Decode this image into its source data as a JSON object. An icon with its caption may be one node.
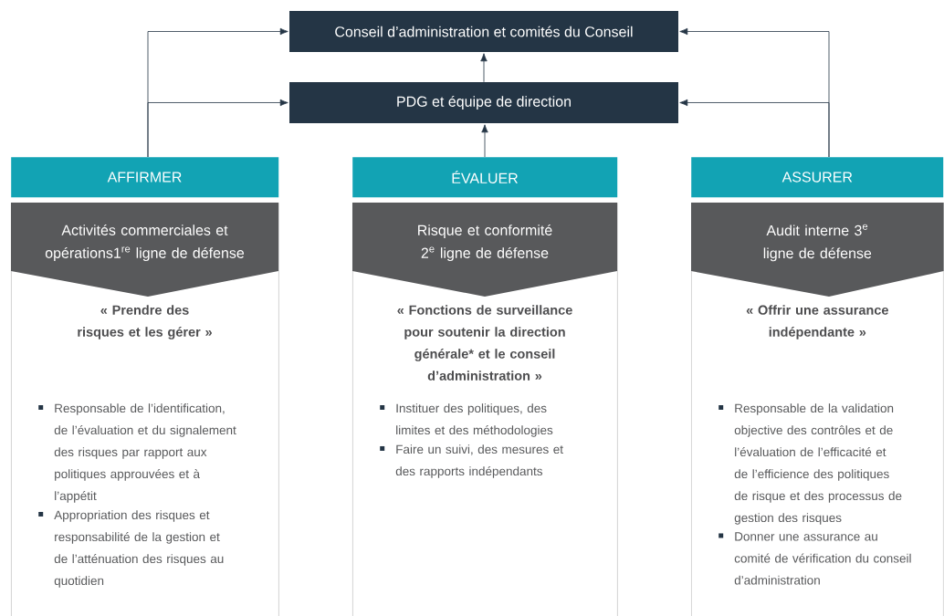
{
  "diagram": {
    "nodes": [
      {
        "text": [
          "Conseil d’administration et comités du Conseil"
        ]
      },
      {
        "text": [
          "PDG et équipe de direction"
        ]
      },
      {
        "text": [
          "AFFIRMER"
        ]
      },
      {
        "text": [
          "Activités commerciales et opérations1$^{re}$ ligne de défense"
        ],
        "in": 4
      },
      {
        "text": [
          "« Prendre des risques et les gérer »",
          "Responsable de l’identification, de l’évaluation et du signalement des risques par rapport aux politiques approuvées et à l’appétit",
          "Appropriation des risques et responsabilité de la gestion et de l’atténuation des risques au quotidien"
        ]
      },
      {
        "text": [
          "ÉVALUER"
        ]
      },
      {
        "text": [
          "Risque et conformité 2$^{e}$ ligne de défense"
        ],
        "in": 7
      },
      {
        "text": [
          "« Fonctions de surveillance pour soutenir la direction générale* et le conseil d’administration »",
          "Instituer des politiques, des limites et des méthodologies",
          "Faire un suivi, des mesures et des rapports indépendants"
        ]
      },
      {
        "text": [
          "ASSURER"
        ]
      },
      {
        "text": [
          "Audit interne 3$^{e}$ ligne de défense"
        ],
        "in": 10
      },
      {
        "text": [
          "« Offrir une assurance indépendante »",
          "Responsable de la validation objective des contrôles et de l’évaluation de l’efficacité et de l’efficience des politiques de risque et des processus de gestion des risques",
          "Donner une assurance au comité de vérification du conseil d’administration"
        ]
      }
    ],
    "edges": [
      {
        "from": 2,
        "to": 0,
        "arrow": "to"
      },
      {
        "from": 2,
        "to": 1,
        "arrow": "to"
      },
      {
        "from": 5,
        "to": 1,
        "arrow": "to"
      },
      {
        "from": 1,
        "to": 0,
        "arrow": "to"
      },
      {
        "from": 8,
        "to": 0,
        "arrow": "to"
      },
      {
        "from": 8,
        "to": 1,
        "arrow": "to"
      }
    ]
  }
}
